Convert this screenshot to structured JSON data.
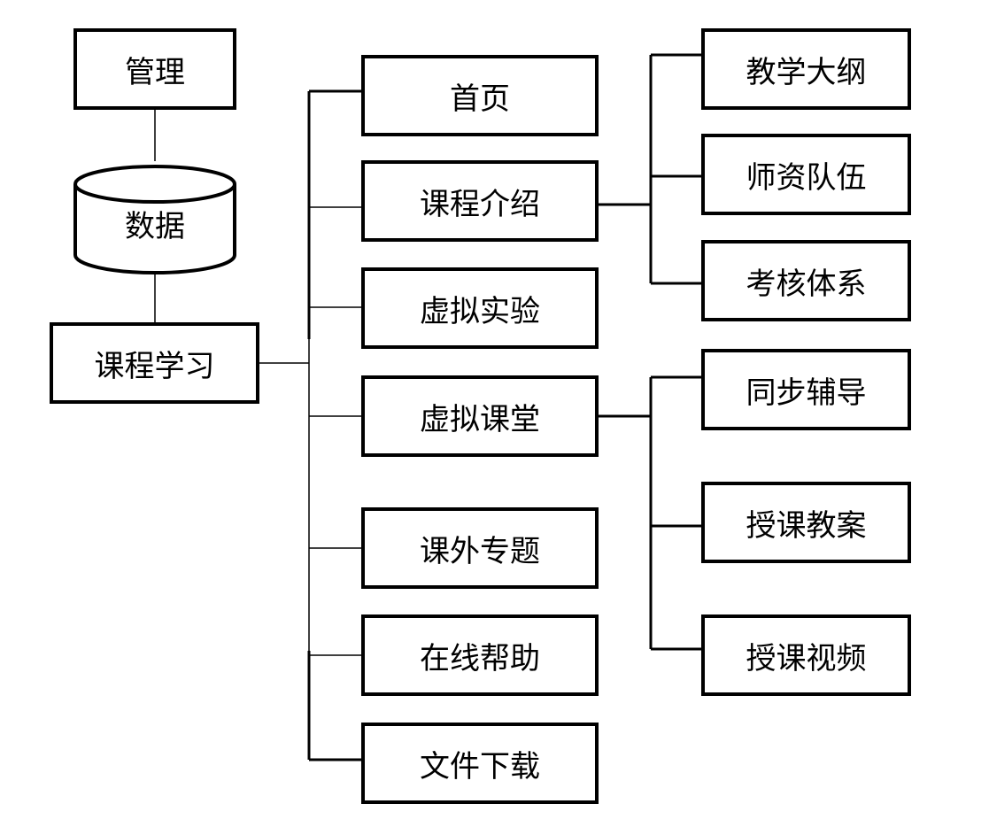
{
  "top": {
    "management": "管理",
    "database": "数据",
    "course_study": "课程学习"
  },
  "modules": [
    {
      "label": "首页"
    },
    {
      "label": "课程介绍",
      "children": [
        "教学大纲",
        "师资队伍",
        "考核体系"
      ]
    },
    {
      "label": "虚拟实验"
    },
    {
      "label": "虚拟课堂",
      "children": [
        "同步辅导",
        "授课教案",
        "授课视频"
      ]
    },
    {
      "label": "课外专题"
    },
    {
      "label": "在线帮助"
    },
    {
      "label": "文件下载"
    }
  ]
}
